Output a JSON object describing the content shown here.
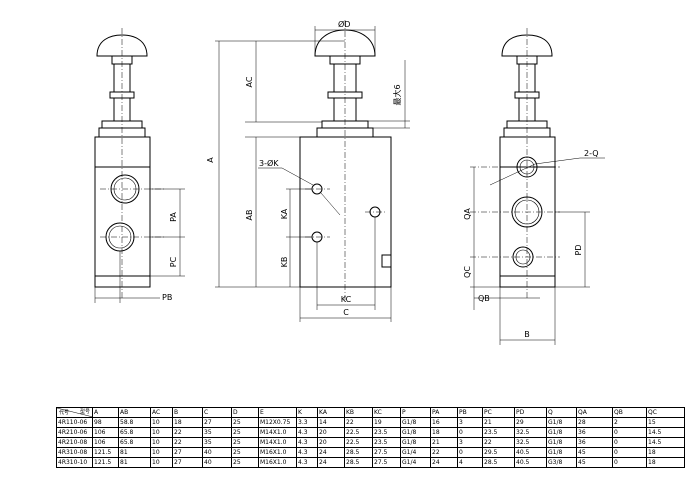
{
  "labels": {
    "phiD": "ØD",
    "A": "A",
    "AC": "AC",
    "AB": "AB",
    "stroke": "最大6",
    "holes": "3-ØK",
    "KA": "KA",
    "KB": "KB",
    "KC": "KC",
    "C": "C",
    "PA": "PA",
    "PC": "PC",
    "PB": "PB",
    "twoQ": "2-Q",
    "QA": "QA",
    "QC": "QC",
    "PD": "PD",
    "QB": "QB",
    "B": "B"
  },
  "table": {
    "corner": {
      "top": "型号",
      "bottom": "代号"
    },
    "headers": [
      "A",
      "AB",
      "AC",
      "B",
      "C",
      "D",
      "E",
      "K",
      "KA",
      "KB",
      "KC",
      "P",
      "PA",
      "PB",
      "PC",
      "PD",
      "Q",
      "QA",
      "QB",
      "QC"
    ],
    "rows": [
      {
        "model": "4R110-06",
        "cells": [
          "98",
          "58.8",
          "10",
          "18",
          "27",
          "25",
          "M12X0.75",
          "3.3",
          "14",
          "22",
          "19",
          "G1/8",
          "16",
          "3",
          "21",
          "29",
          "G1/8",
          "28",
          "2",
          "15"
        ]
      },
      {
        "model": "4R210-06",
        "cells": [
          "106",
          "65.8",
          "10",
          "22",
          "35",
          "25",
          "M14X1.0",
          "4.3",
          "20",
          "22.5",
          "23.5",
          "G1/8",
          "18",
          "0",
          "23.5",
          "32.5",
          "G1/8",
          "36",
          "0",
          "14.5"
        ]
      },
      {
        "model": "4R210-08",
        "cells": [
          "106",
          "65.8",
          "10",
          "22",
          "35",
          "25",
          "M14X1.0",
          "4.3",
          "20",
          "22.5",
          "23.5",
          "G1/8",
          "21",
          "3",
          "22",
          "32.5",
          "G1/8",
          "36",
          "0",
          "14.5"
        ]
      },
      {
        "model": "4R310-08",
        "cells": [
          "121.5",
          "81",
          "10",
          "27",
          "40",
          "25",
          "M16X1.0",
          "4.3",
          "24",
          "28.5",
          "27.5",
          "G1/4",
          "22",
          "0",
          "29.5",
          "40.5",
          "G1/8",
          "45",
          "0",
          "18"
        ]
      },
      {
        "model": "4R310-10",
        "cells": [
          "121.5",
          "81",
          "10",
          "27",
          "40",
          "25",
          "M16X1.0",
          "4.3",
          "24",
          "28.5",
          "27.5",
          "G1/4",
          "24",
          "4",
          "28.5",
          "40.5",
          "G3/8",
          "45",
          "0",
          "18"
        ]
      }
    ]
  }
}
